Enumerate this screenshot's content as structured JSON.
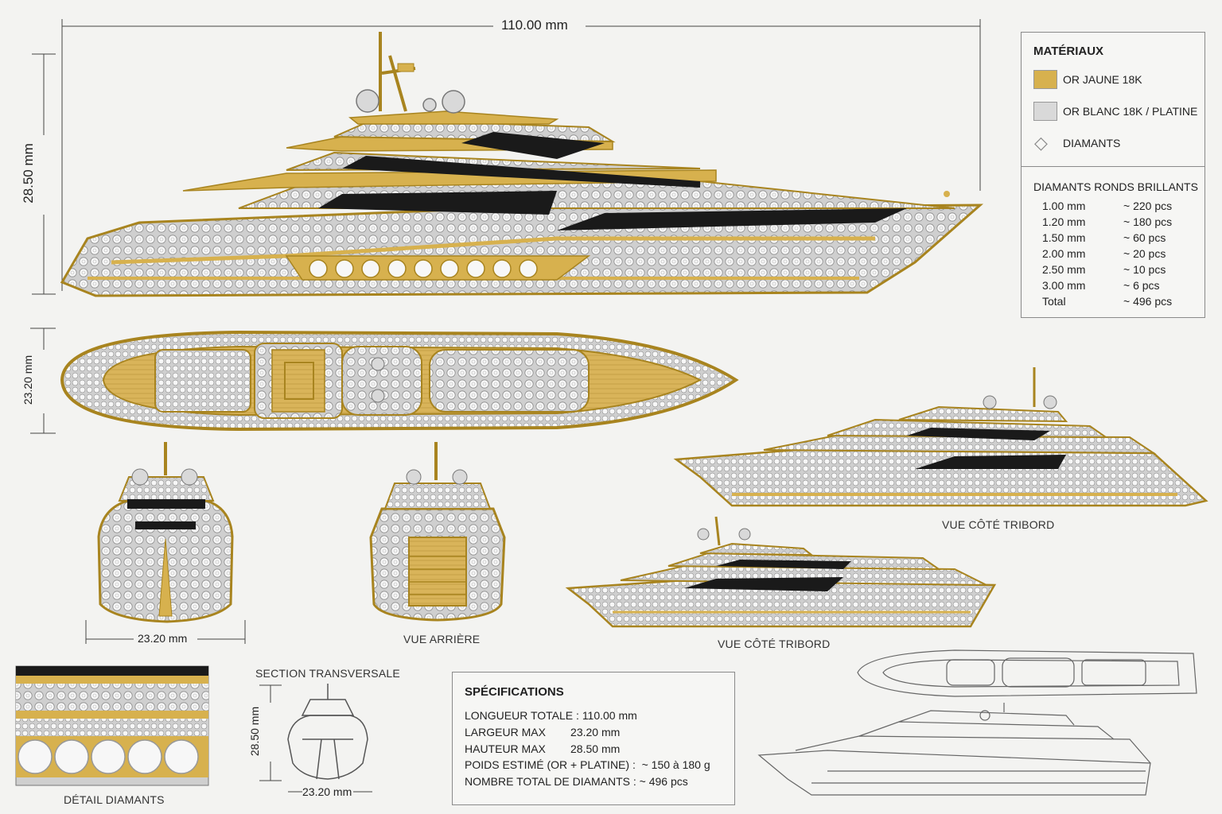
{
  "colors": {
    "gold": "#d7b14e",
    "gold_dark": "#a8841f",
    "platinum": "#d9d9d9",
    "diamond": "#f4f4f4",
    "glass": "#1a1a1a",
    "outline": "#555555"
  },
  "dimensions": {
    "length": "110.00 mm",
    "height": "28.50 mm",
    "width_top": "23.20 mm",
    "width_front": "23.20 mm",
    "section_height": "28.50 mm",
    "section_width": "23.20 mm"
  },
  "labels": {
    "rear_view": "VUE ARRIÈRE",
    "starboard_view_1": "VUE CÔTÉ TRIBORD",
    "starboard_view_2": "VUE CÔTÉ TRIBORD",
    "diamond_detail": "DÉTAIL DIAMANTS",
    "cross_section": "SECTION TRANSVERSALE"
  },
  "materials": {
    "title": "MATÉRIAUX",
    "items": [
      {
        "name": "OR JAUNE 18K",
        "icon": "gold-swatch"
      },
      {
        "name": "OR BLANC 18K / PLATINE",
        "icon": "platinum-swatch"
      },
      {
        "name": "DIAMANTS",
        "icon": "diamond-icon"
      }
    ]
  },
  "diamonds": {
    "title": "DIAMANTS RONDS BRILLANTS",
    "rows": [
      {
        "size": "1.00 mm",
        "count": "~ 220 pcs"
      },
      {
        "size": "1.20 mm",
        "count": "~ 180 pcs"
      },
      {
        "size": "1.50 mm",
        "count": "~ 60 pcs"
      },
      {
        "size": "2.00 mm",
        "count": "~ 20 pcs"
      },
      {
        "size": "2.50 mm",
        "count": "~ 10 pcs"
      },
      {
        "size": "3.00 mm",
        "count": "~ 6 pcs"
      },
      {
        "size": "Total",
        "count": "~ 496 pcs"
      }
    ]
  },
  "specs": {
    "title": "SPÉCIFICATIONS",
    "lines": [
      "LONGUEUR TOTALE : 110.00 mm",
      "LARGEUR MAX        23.20 mm",
      "HAUTEUR MAX        28.50 mm",
      "POIDS ESTIMÉ (OR + PLATINE) :  ~ 150 à 180 g",
      "NOMBRE TOTAL DE DIAMANTS : ~ 496 pcs"
    ]
  }
}
